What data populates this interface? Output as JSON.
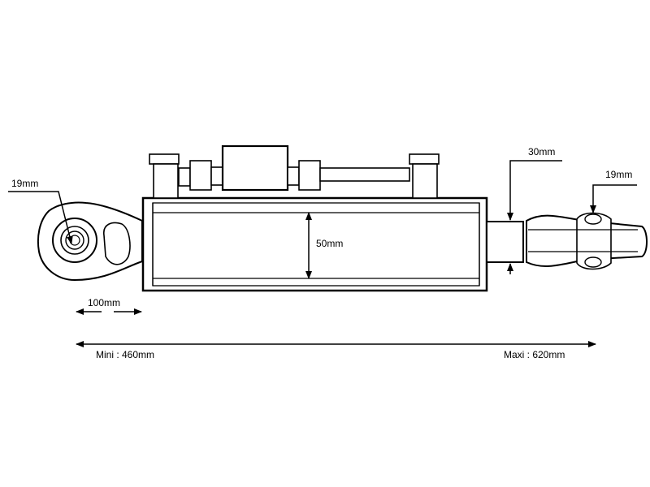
{
  "diagram": {
    "dimensions": {
      "left_eye_diameter": "19mm",
      "left_eye_width": "100mm",
      "cylinder_bore": "50mm",
      "rod_diameter": "30mm",
      "right_ball_diameter": "19mm",
      "length_min": "Mini : 460mm",
      "length_max": "Maxi : 620mm"
    },
    "colors": {
      "line": "#000000",
      "background": "#ffffff"
    }
  }
}
